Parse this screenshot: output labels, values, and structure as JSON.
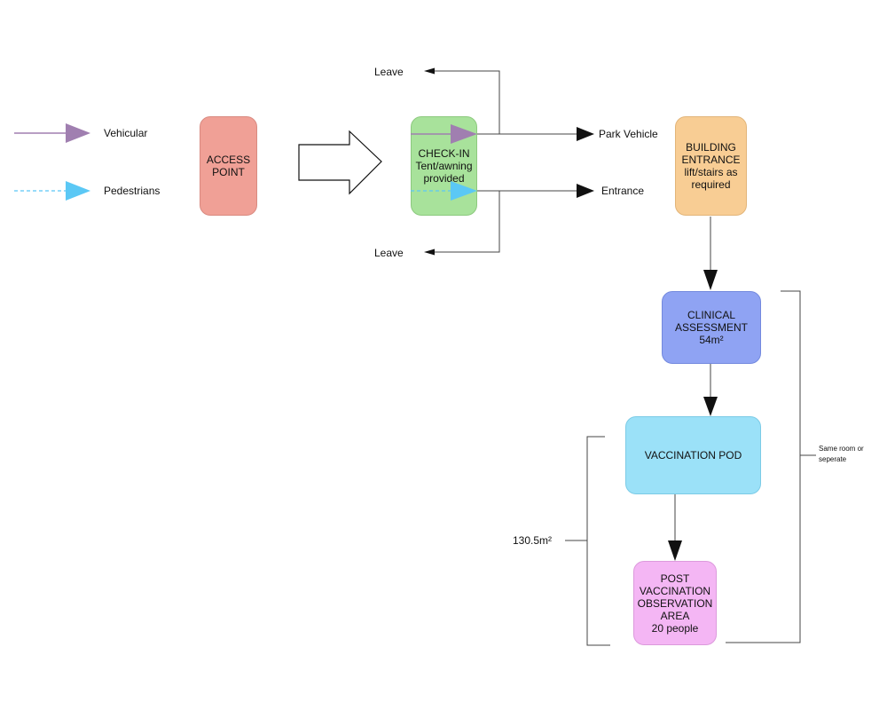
{
  "legend": {
    "vehicular": {
      "label": "Vehicular",
      "color": "#a07fb0"
    },
    "pedestrians": {
      "label": "Pedestrians",
      "color": "#5bc8f5"
    }
  },
  "nodes": {
    "access_point": {
      "lines": [
        "ACCESS",
        "POINT"
      ],
      "fill": "#f0a096",
      "stroke": "#d98a80"
    },
    "check_in": {
      "lines": [
        "CHECK-IN",
        "Tent/awning",
        "provided"
      ],
      "fill": "#a8e29b",
      "stroke": "#8cc97e"
    },
    "building_entrance": {
      "lines": [
        "BUILDING",
        "ENTRANCE",
        "lift/stairs as",
        "required"
      ],
      "fill": "#f8cd94",
      "stroke": "#e2b57a"
    },
    "clinical_assessment": {
      "lines": [
        "CLINICAL",
        "ASSESSMENT",
        "54m²"
      ],
      "fill": "#8fa3f3",
      "stroke": "#7389de"
    },
    "vaccination_pod": {
      "lines": [
        "VACCINATION POD"
      ],
      "fill": "#9be1f8",
      "stroke": "#7ccbe6"
    },
    "post_vaccination": {
      "lines": [
        "POST",
        "VACCINATION",
        "OBSERVATION",
        "AREA",
        "20 people"
      ],
      "fill": "#f4b6f4",
      "stroke": "#dc9adc"
    }
  },
  "flow_labels": {
    "leave_top": "Leave",
    "leave_bottom": "Leave",
    "park_vehicle": "Park Vehicle",
    "entrance": "Entrance"
  },
  "annotations": {
    "area_total": "130.5m²",
    "same_room": [
      "Same room or",
      "seperate"
    ]
  }
}
